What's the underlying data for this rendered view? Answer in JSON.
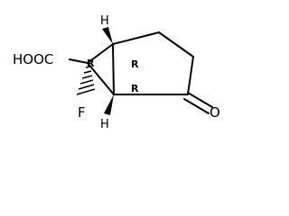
{
  "molecule": {
    "carboxyl_label": "HOOC",
    "fluorine_label": "F",
    "oxygen_label": "O",
    "hydrogen_top_label": "H",
    "hydrogen_bottom_label": "H",
    "stereo_c6_label": "R",
    "stereo_c1_label": "R",
    "stereo_c5_label": "R"
  }
}
